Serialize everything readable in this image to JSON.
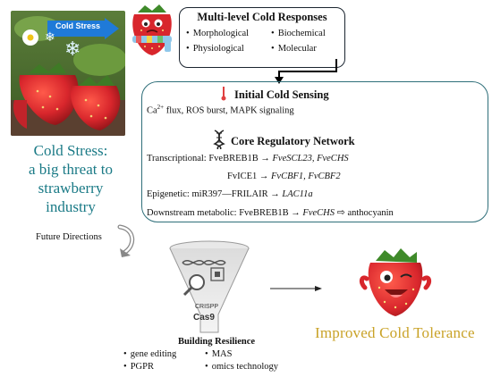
{
  "photo": {
    "tag_text": "Cold Stress",
    "caption": [
      "Cold Stress:",
      "a big threat to",
      "strawberry",
      "industry"
    ]
  },
  "responses": {
    "title": "Multi-level Cold Responses",
    "items": [
      "Morphological",
      "Biochemical",
      "Physiological",
      "Molecular"
    ]
  },
  "network": {
    "sensing_title": "Initial Cold Sensing",
    "sensing_text_pre": "Ca",
    "sensing_text_sup": "2+",
    "sensing_text_post": " flux, ROS burst, MAPK signaling",
    "core_title": "Core Regulatory Network",
    "lines": {
      "transcriptional_prefix": "Transcriptional: FveBREB1B → ",
      "transcriptional_targets": "FveSCL23, FveCHS",
      "fvice1_prefix": "FvICE1 → ",
      "fvice1_targets": "FvCBF1, FvCBF2",
      "epigenetic_prefix": "Epigenetic: miR397—FRILAIR → ",
      "epigenetic_target": "LAC11a",
      "downstream_prefix": "Downstream metabolic: FveBREB1B → ",
      "downstream_target": "FveCHS",
      "downstream_product": "anthocyanin"
    }
  },
  "future": {
    "label": "Future Directions"
  },
  "funnel": {
    "label_top": "CRISPP",
    "label_bottom": "Cas9"
  },
  "resilience": {
    "title": "Building Resilience",
    "items": [
      "gene editing",
      "MAS",
      "PGPR",
      "omics technology"
    ]
  },
  "outcome": {
    "label": "Improved Cold Tolerance"
  },
  "colors": {
    "caption_teal": "#1a7a86",
    "box_border": "#2f6f7a",
    "outcome_gold": "#c9a227",
    "strawberry_red": "#d8262c",
    "tag_blue": "#1f7ad8"
  }
}
